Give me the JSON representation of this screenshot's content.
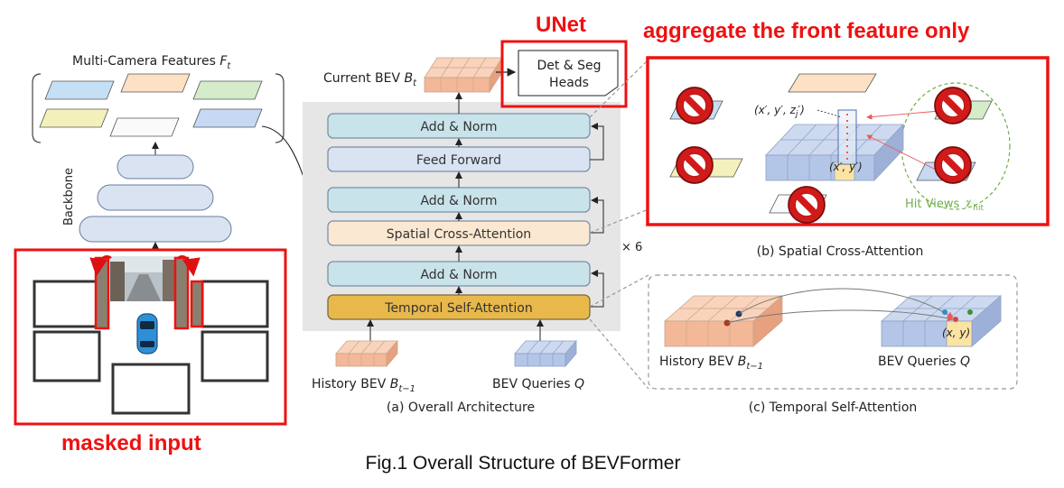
{
  "annotations": {
    "unet": "UNet",
    "aggregate": "aggregate the front feature only",
    "masked_input": "masked input"
  },
  "caption": "Fig.1 Overall Structure of BEVFormer",
  "left": {
    "features_title": "Multi-Camera Features",
    "features_symbol": "F",
    "features_sub": "t",
    "backbone": "Backbone"
  },
  "architecture": {
    "current_bev": "Current BEV",
    "current_bev_symbol": "B",
    "current_bev_sub": "t",
    "heads_line1": "Det & Seg",
    "heads_line2": "Heads",
    "blocks": [
      "Add & Norm",
      "Feed Forward",
      "Add & Norm",
      "Spatial Cross-Attention",
      "Add & Norm",
      "Temporal Self-Attention"
    ],
    "repeat": "× 6",
    "history_bev": "History BEV",
    "history_symbol": "B",
    "history_sub": "t−1",
    "bev_queries": "BEV Queries",
    "bev_queries_symbol": "Q",
    "caption_a": "(a) Overall Architecture"
  },
  "spatial_panel": {
    "point_3d": "(x′, y′, z",
    "point_3d_sub": "j",
    "point_3d_end": "′)",
    "point_2d": "(x′, y′)",
    "hit_views": "Hit Views",
    "hit_symbol": "𝒱",
    "hit_sub": "hit",
    "caption_b": "(b) Spatial Cross-Attention"
  },
  "temporal_panel": {
    "history_bev": "History BEV",
    "history_symbol": "B",
    "history_sub": "t−1",
    "bev_queries": "BEV Queries",
    "bev_queries_symbol": "Q",
    "point": "(x, y)",
    "caption_c": "(c) Temporal Self-Attention"
  },
  "colors": {
    "annotation_red": "#ee1111",
    "add_norm": "#c9e3ea",
    "feed_forward": "#d9e3f2",
    "spatial_attention": "#fbe8d2",
    "temporal_attention": "#e9b84b",
    "bev_blue": "#b4c6e7",
    "history_peach": "#f5c5a8",
    "hit_views_green": "#70ad47"
  }
}
